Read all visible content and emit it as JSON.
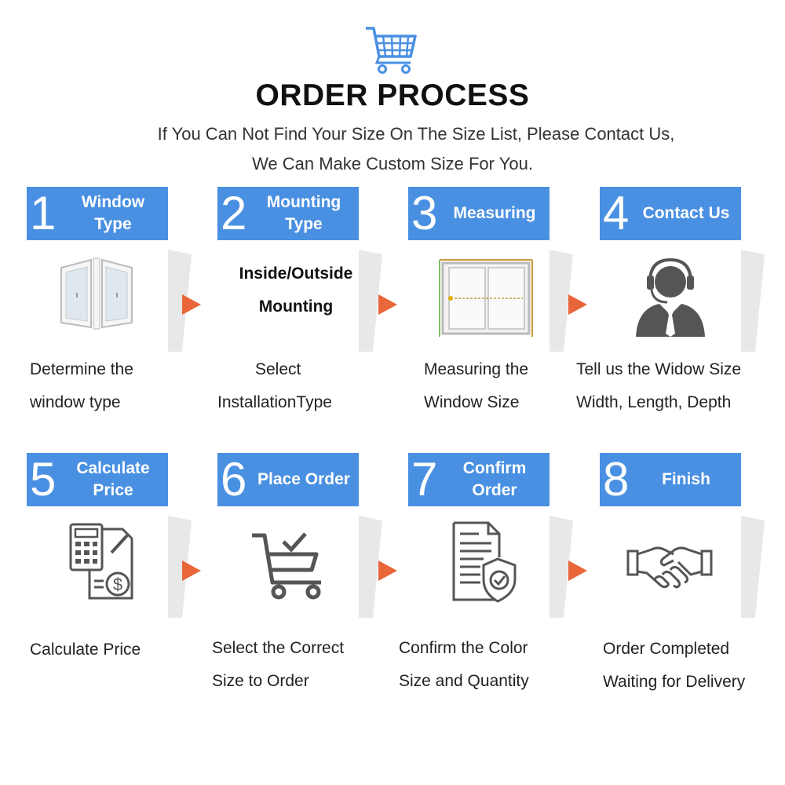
{
  "page": {
    "title": "ORDER PROCESS",
    "subtitle_line1": "If You Can Not Find Your Size On The Size List, Please Contact Us,",
    "subtitle_line2": "We Can Make Custom Size For You."
  },
  "colors": {
    "header_blue": "#4a90e2",
    "arrow_orange": "#e8663a",
    "icon_gray": "#555555"
  },
  "steps": [
    {
      "num": "1",
      "name": "Window Type",
      "icon": "window-icon",
      "desc": [
        "Determine the",
        "window type"
      ]
    },
    {
      "num": "2",
      "name": "Mounting Type",
      "icon": "mounting-text",
      "content": [
        "Inside/Outside",
        "Mounting"
      ],
      "desc": [
        "Select",
        "InstallationType"
      ]
    },
    {
      "num": "3",
      "name": "Measuring",
      "icon": "measure-window-icon",
      "desc": [
        "Measuring the",
        "Window Size"
      ]
    },
    {
      "num": "4",
      "name": "Contact Us",
      "icon": "headset-agent-icon",
      "desc": [
        "Tell us the Widow Size",
        "Width, Length, Depth"
      ]
    },
    {
      "num": "5",
      "name": "Calculate Price",
      "icon": "calculator-invoice-icon",
      "desc": [
        "Calculate Price"
      ]
    },
    {
      "num": "6",
      "name": "Place Order",
      "icon": "cart-check-icon",
      "desc": [
        "Select the Correct",
        "Size to Order"
      ]
    },
    {
      "num": "7",
      "name": "Confirm Order",
      "icon": "document-shield-icon",
      "desc": [
        "Confirm the Color",
        "Size and Quantity"
      ]
    },
    {
      "num": "8",
      "name": "Finish",
      "icon": "handshake-icon",
      "desc": [
        "Order Completed",
        "Waiting for Delivery"
      ]
    }
  ]
}
